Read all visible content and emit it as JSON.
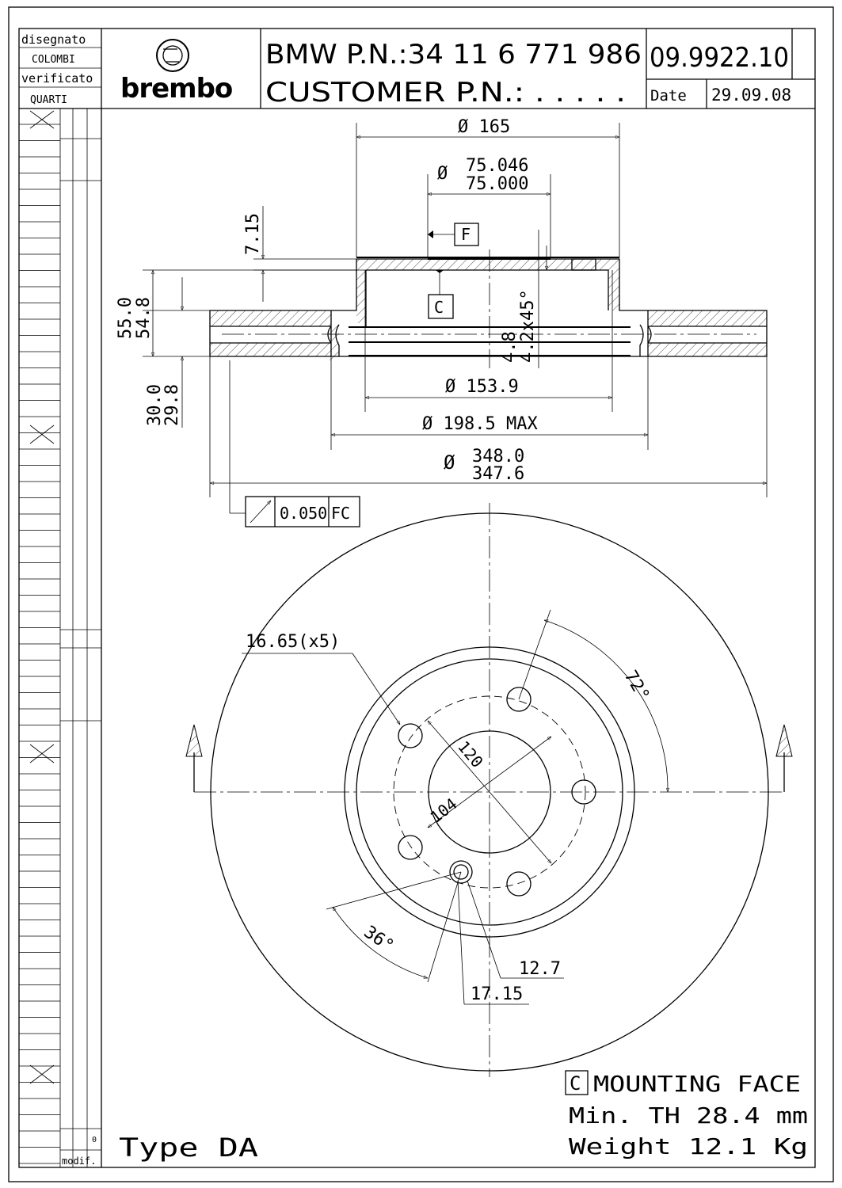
{
  "title_block": {
    "drawn_label": "disegnato",
    "drawn_by": "COLOMBI",
    "checked_label": "verificato",
    "checked_by": "QUARTI",
    "brand": "brembo",
    "part_line": "BMW P.N.:34 11 6 771 986",
    "customer_line": "CUSTOMER P.N.: . . . . .",
    "drawing_no": "09.9922.10",
    "date_label": "Date",
    "date": "29.09.08",
    "modif_label": "modif.",
    "rev": "0"
  },
  "dimensions": {
    "d165": "Ø 165",
    "d75_upper": "75.046",
    "d75_lower": "75.000",
    "d75_symbol": "Ø",
    "hat_depth": "7.15",
    "datum_f": "F",
    "datum_c": "C",
    "height_upper": "55.0",
    "height_lower": "54.8",
    "thick_upper": "30.0",
    "thick_lower": "29.8",
    "chamfer_upper": "4.8",
    "chamfer_lower": "4.2x45°",
    "d153": "Ø 153.9",
    "d198": "Ø 198.5 MAX",
    "d348_upper": "348.0",
    "d348_lower": "347.6",
    "d348_symbol": "Ø",
    "runout_value": "0.050",
    "runout_datums": "FC",
    "holes": "16.65(x5)",
    "angle_72": "72°",
    "pcd_120": "120",
    "pcd_104": "104",
    "angle_36": "36°",
    "hole_127": "12.7",
    "hole_1715": "17.15"
  },
  "notes": {
    "mounting_box": "C",
    "mounting_face": "MOUNTING FACE",
    "min_th": "Min.  TH 28.4 mm",
    "weight": "Weight  12.1  Kg",
    "type": "Type DA"
  }
}
